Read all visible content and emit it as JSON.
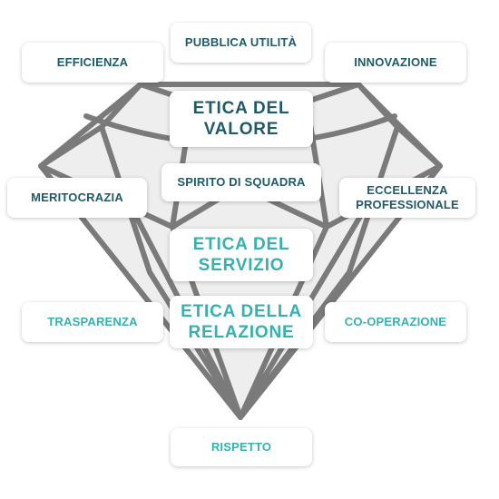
{
  "colors": {
    "dark_text": "#1e5a68",
    "teal_text": "#36b0b0",
    "diamond_fill": "#eeeeee",
    "diamond_stroke": "#7a7a7a"
  },
  "labels": {
    "pubblica_utilita": "PUBBLICA UTILITÀ",
    "efficienza": "EFFICIENZA",
    "innovazione": "INNOVAZIONE",
    "etica_del_valore": "ETICA DEL\nVALORE",
    "spirito_di_squadra": "SPIRITO DI SQUADRA",
    "meritocrazia": "MERITOCRAZIA",
    "eccellenza_professionale": "ECCELLENZA\nPROFESSIONALE",
    "etica_del_servizio": "ETICA DEL\nSERVIZIO",
    "trasparenza": "TRASPARENZA",
    "etica_della_relazione": "ETICA DELLA\nRELAZIONE",
    "co_operazione": "CO-OPERAZIONE",
    "rispetto": "RISPETTO"
  }
}
